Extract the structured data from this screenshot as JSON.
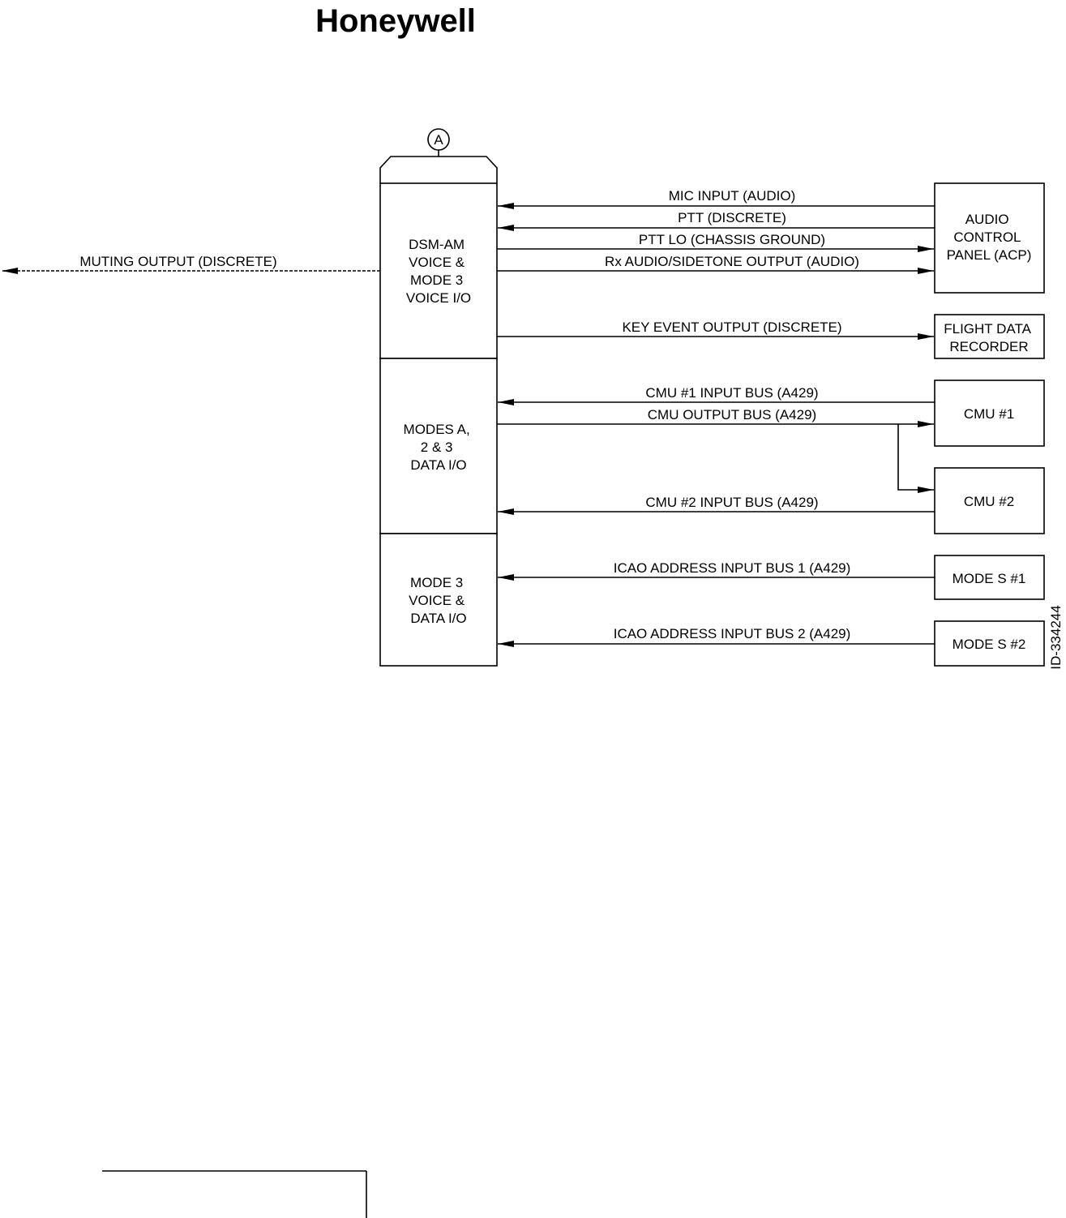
{
  "brand": "Honeywell",
  "ref_marker": "A",
  "figure_id": "ID-334244",
  "central_blocks": [
    {
      "lines": [
        "DSM-AM",
        "VOICE &",
        "MODE 3",
        "VOICE I/O"
      ]
    },
    {
      "lines": [
        "MODES A,",
        "2 & 3",
        "DATA I/O"
      ]
    },
    {
      "lines": [
        "MODE 3",
        "VOICE &",
        "DATA I/O"
      ]
    }
  ],
  "devices": {
    "acp": {
      "lines": [
        "AUDIO",
        "CONTROL",
        "PANEL (ACP)"
      ]
    },
    "fdr": {
      "lines": [
        "FLIGHT DATA",
        "RECORDER"
      ]
    },
    "cmu1": {
      "lines": [
        "CMU #1"
      ]
    },
    "cmu2": {
      "lines": [
        "CMU #2"
      ]
    },
    "modes1": {
      "lines": [
        "MODE S #1"
      ]
    },
    "modes2": {
      "lines": [
        "MODE S #2"
      ]
    }
  },
  "signals": {
    "muting": "MUTING OUTPUT (DISCRETE)",
    "mic": "MIC INPUT (AUDIO)",
    "ptt": "PTT (DISCRETE)",
    "ptt_lo": "PTT LO (CHASSIS GROUND)",
    "rx_audio": "Rx AUDIO/SIDETONE OUTPUT (AUDIO)",
    "key_event": "KEY EVENT OUTPUT (DISCRETE)",
    "cmu1_in": "CMU #1 INPUT BUS (A429)",
    "cmu_out": "CMU OUTPUT BUS (A429)",
    "cmu2_in": "CMU #2 INPUT BUS (A429)",
    "icao1": "ICAO ADDRESS INPUT BUS 1 (A429)",
    "icao2": "ICAO ADDRESS INPUT BUS 2 (A429)"
  }
}
